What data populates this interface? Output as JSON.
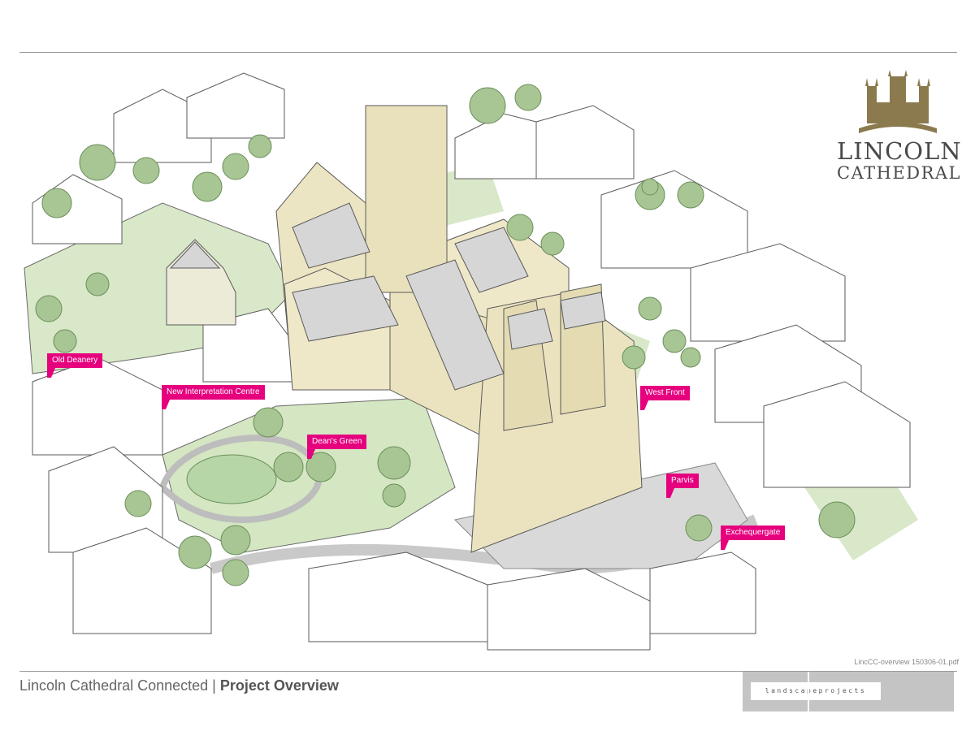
{
  "logo": {
    "line1": "LINCOLN",
    "line2": "CATHEDRAL",
    "color": "#8a7a4e"
  },
  "callouts": [
    {
      "id": "old-deanery",
      "label": "Old Deanery"
    },
    {
      "id": "new-interpretation-centre",
      "label": "New Interpretation Centre"
    },
    {
      "id": "deans-green",
      "label": "Dean's Green"
    },
    {
      "id": "west-front",
      "label": "West Front"
    },
    {
      "id": "parvis",
      "label": "Parvis"
    },
    {
      "id": "exchequergate",
      "label": "Exchequergate"
    }
  ],
  "callout_color": "#e6007e",
  "filename": "LincCC-overview 150306-01.pdf",
  "footer": {
    "title": "Lincoln Cathedral Connected",
    "separator": " | ",
    "subtitle": "Project Overview"
  },
  "brand": {
    "name": "landscapeprojects"
  }
}
